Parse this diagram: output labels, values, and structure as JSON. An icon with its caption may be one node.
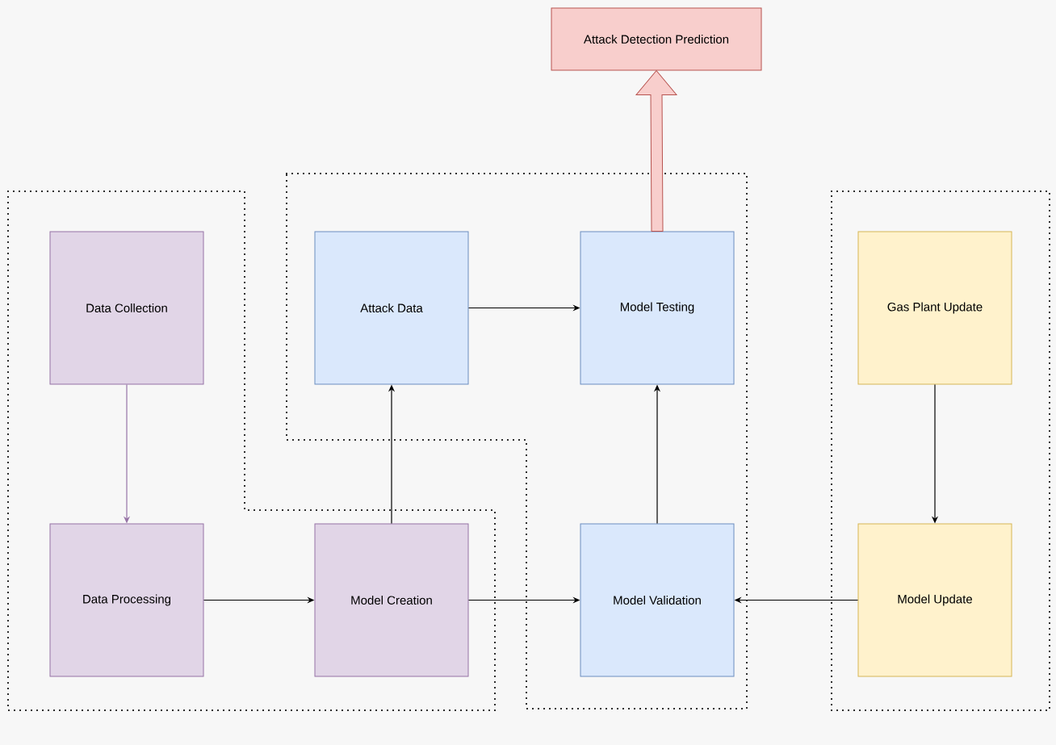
{
  "diagram": {
    "nodes": [
      {
        "text": [
          "Attack Detection Prediction"
        ]
      },
      {
        "text": [
          "Data Collection"
        ]
      },
      {
        "text": [
          "Attack Data"
        ]
      },
      {
        "text": [
          "Model Testing"
        ]
      },
      {
        "text": [
          "Gas Plant Update"
        ]
      },
      {
        "text": [
          "Data Processing"
        ]
      },
      {
        "text": [
          "Model Creation"
        ]
      },
      {
        "text": [
          "Model Validation"
        ]
      },
      {
        "text": [
          "Model Update"
        ]
      }
    ],
    "edges": [
      {
        "from": 1,
        "to": 5,
        "arrow": "to",
        "color": "#9673a6"
      },
      {
        "from": 5,
        "to": 6,
        "arrow": "to"
      },
      {
        "from": 6,
        "to": 2,
        "arrow": "to"
      },
      {
        "from": 6,
        "to": 7,
        "arrow": "to"
      },
      {
        "from": 2,
        "to": 3,
        "arrow": "to"
      },
      {
        "from": 7,
        "to": 3,
        "arrow": "to"
      },
      {
        "from": 4,
        "to": 8,
        "arrow": "to"
      },
      {
        "from": 8,
        "to": 7,
        "arrow": "to"
      },
      {
        "from": 3,
        "to": 0,
        "arrow": "to",
        "style": "thick",
        "color": "#f8cecc"
      }
    ]
  }
}
